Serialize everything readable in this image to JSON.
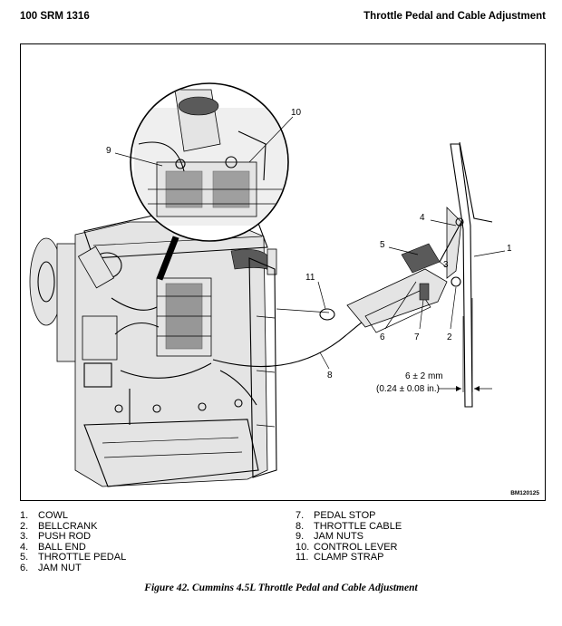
{
  "header": {
    "left": "100 SRM 1316",
    "right": "Throttle Pedal and Cable Adjustment"
  },
  "figure": {
    "code": "BM120125",
    "callouts": [
      "1",
      "2",
      "3",
      "4",
      "5",
      "6",
      "7",
      "8",
      "9",
      "10",
      "11"
    ],
    "dimension": {
      "metric": "6 ± 2 mm",
      "imperial": "(0.24 ± 0.08 in.)"
    }
  },
  "legend": [
    {
      "num": "1.",
      "label": "COWL"
    },
    {
      "num": "2.",
      "label": "BELLCRANK"
    },
    {
      "num": "3.",
      "label": "PUSH ROD"
    },
    {
      "num": "4.",
      "label": "BALL END"
    },
    {
      "num": "5.",
      "label": "THROTTLE PEDAL"
    },
    {
      "num": "6.",
      "label": "JAM NUT"
    },
    {
      "num": "7.",
      "label": "PEDAL STOP"
    },
    {
      "num": "8.",
      "label": "THROTTLE CABLE"
    },
    {
      "num": "9.",
      "label": "JAM NUTS"
    },
    {
      "num": "10.",
      "label": "CONTROL LEVER"
    },
    {
      "num": "11.",
      "label": "CLAMP STRAP"
    }
  ],
  "caption": "Figure 42. Cummins 4.5L Throttle Pedal and Cable Adjustment"
}
